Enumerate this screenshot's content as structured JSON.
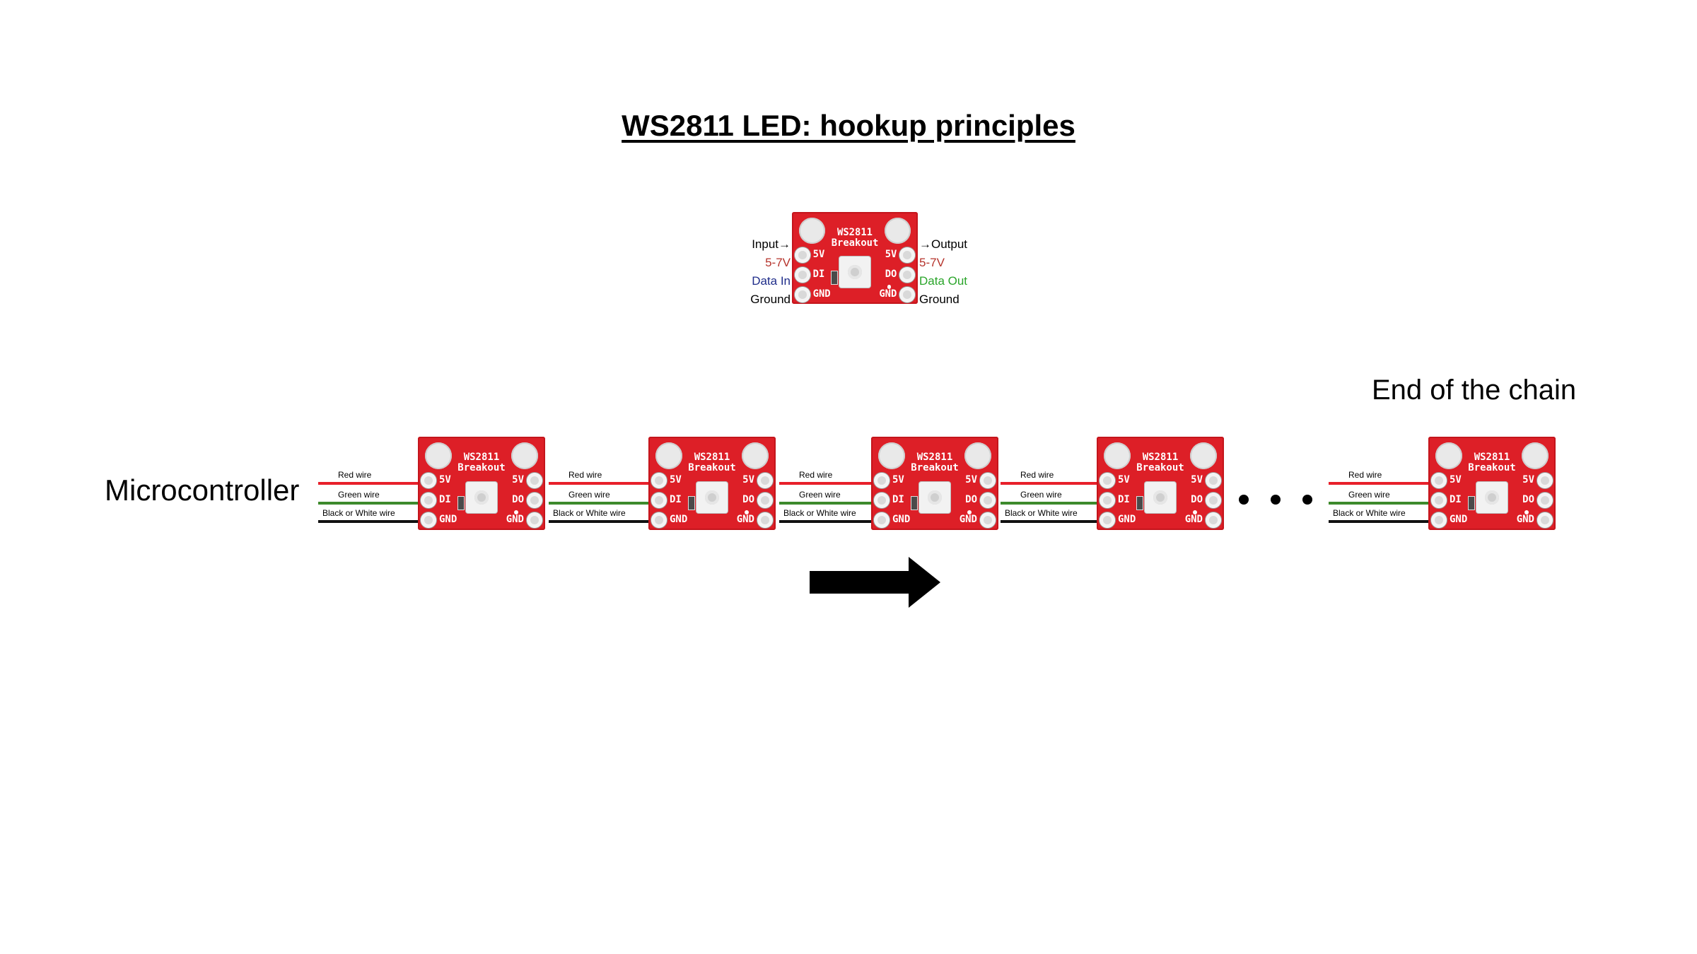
{
  "title": "WS2811 LED: hookup principles",
  "board": {
    "name_line1": "WS2811",
    "name_line2": "Breakout",
    "pin_5v": "5V",
    "pin_di": "DI",
    "pin_do": "DO",
    "pin_gnd": "GND"
  },
  "pinout": {
    "input": "Input",
    "output": "Output",
    "left": [
      "5-7V",
      "Data In",
      "Ground"
    ],
    "right": [
      "5-7V",
      "Data Out",
      "Ground"
    ]
  },
  "wires": {
    "red": "Red wire",
    "green": "Green wire",
    "black": "Black or White wire"
  },
  "chain": {
    "start": "Microcontroller",
    "end": "End of the chain"
  },
  "colors": {
    "board": "#dd1f27",
    "red_wire": "#e8202a",
    "green_wire": "#3d8a2c",
    "black_wire": "#111111",
    "data_in": "#1f2d8a",
    "data_out": "#2aa52a",
    "supply": "#b5332b"
  }
}
